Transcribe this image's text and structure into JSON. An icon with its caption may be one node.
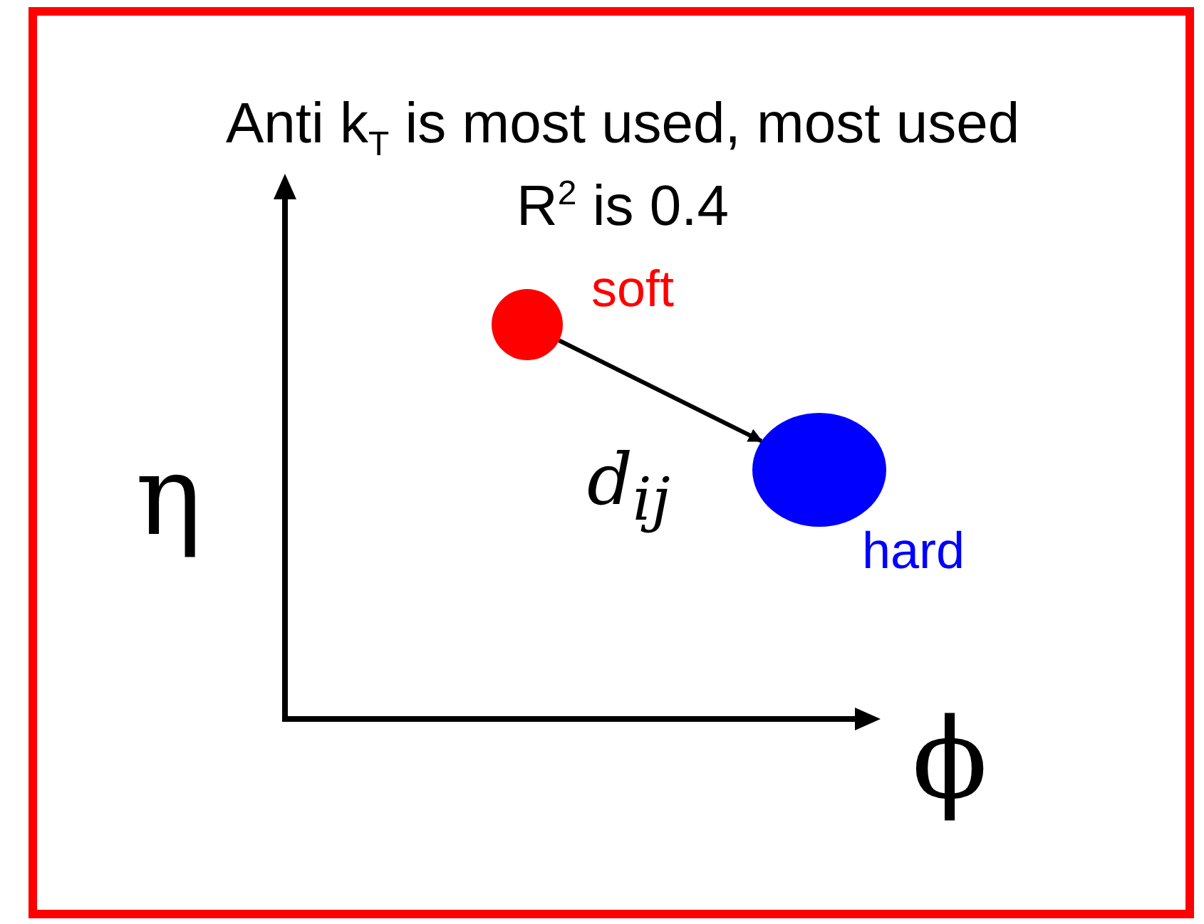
{
  "diagram": {
    "title": "Anti k$_{T}$ is most used, most used R$^{2}$ is 0.4",
    "nodes": [
      {
        "text": [],
        "shape": "circle",
        "beside": [
          "soft"
        ]
      },
      {
        "text": [],
        "shape": "circle",
        "beside": [
          "hard"
        ]
      }
    ],
    "edges": [
      {
        "from": 0,
        "to": 1,
        "arrow": "to",
        "label": "d$_{ij}$"
      }
    ],
    "labels": [
      "η",
      "ϕ"
    ]
  }
}
